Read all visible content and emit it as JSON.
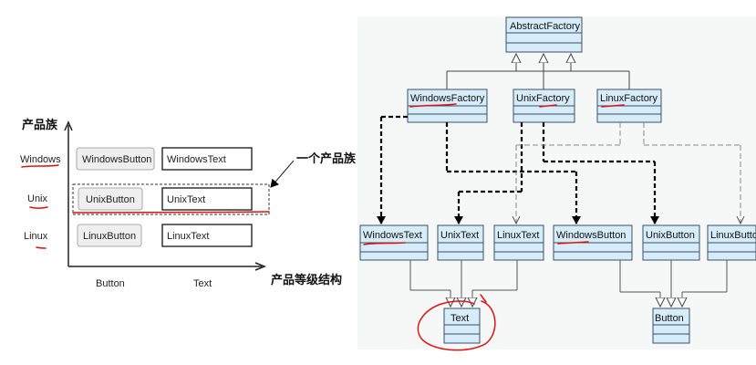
{
  "left_panel": {
    "y_axis_label": "产品族",
    "x_axis_label": "产品等级结构",
    "family_annotation": "一个产品族",
    "rows": [
      {
        "family": "Windows",
        "button": "WindowsButton",
        "text": "WindowsText"
      },
      {
        "family": "Unix",
        "button": "UnixButton",
        "text": "UnixText"
      },
      {
        "family": "Linux",
        "button": "LinuxButton",
        "text": "LinuxText"
      }
    ],
    "columns": [
      "Button",
      "Text"
    ]
  },
  "uml": {
    "abstract_factory": "AbstractFactory",
    "factories": [
      "WindowsFactory",
      "UnixFactory",
      "LinuxFactory"
    ],
    "products": [
      "WindowsText",
      "UnixText",
      "LinuxText",
      "WindowsButton",
      "UnixButton",
      "LinuxButton"
    ],
    "interfaces": [
      "Text",
      "Button"
    ]
  },
  "colors": {
    "class_fill": "#d6ecf8",
    "class_border": "#3a5068",
    "annotation_red": "#e01010"
  }
}
